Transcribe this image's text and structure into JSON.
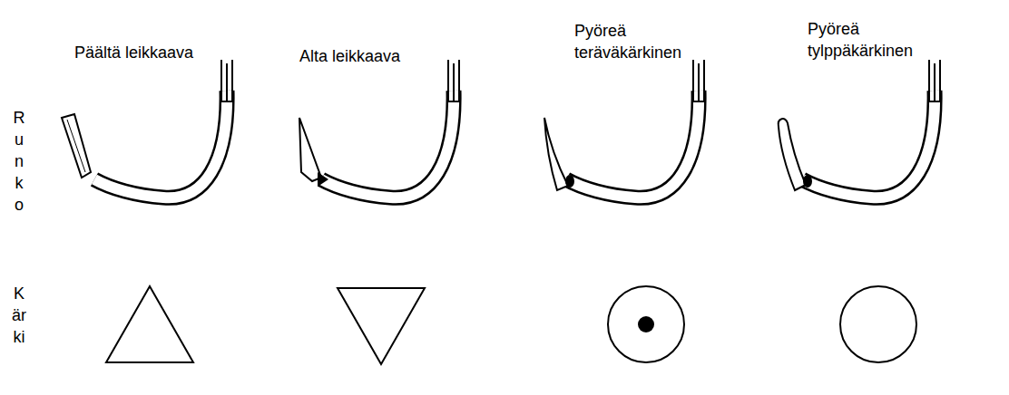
{
  "diagram": {
    "labels": [
      "Päältä leikkaava",
      "Alta leikkaava",
      "Pyöreä teräväkärkinen",
      "Pyöreä tylppäkärkinen",
      "Runko",
      "Kärki"
    ]
  }
}
